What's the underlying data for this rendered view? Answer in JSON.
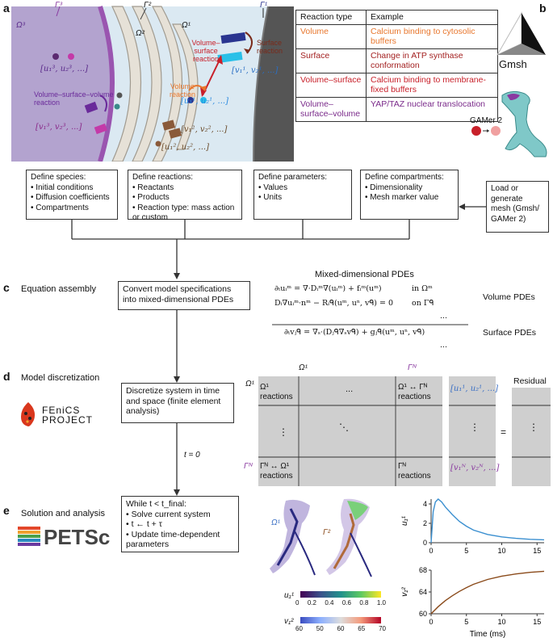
{
  "panel_a": {
    "letter": "a",
    "regions": {
      "omega3": "Ω³",
      "omega2": "Ω²",
      "omega1": "Ω¹",
      "gamma3_left": "Γ³",
      "gamma2": "Γ²",
      "gamma1": "Γ¹"
    },
    "labels": {
      "vol_surf_reaction": "Volume–surface reaction",
      "surface_reaction": "Surface reaction",
      "volume_reaction": "Volume reaction",
      "vsv_reaction": "Volume–surface–volume reaction",
      "u3_species": "[u₁³, u₂³, ...]",
      "v3_species": "[v₁³, v₂³, ...]",
      "v1_species": "[v₁¹, v₂¹, ...]",
      "u1_species": "[u₁¹, u₂¹, ...]",
      "v2_species": "[v₁², v₂², ...]",
      "u2_species": "[u₁², u₂², ...]"
    },
    "table": {
      "headers": [
        "Reaction type",
        "Example"
      ],
      "rows": [
        {
          "type": "Volume",
          "example": "Calcium binding to cytosolic buffers",
          "color": "#e8772e"
        },
        {
          "type": "Surface",
          "example": "Change in ATP synthase conformation",
          "color": "#a32020"
        },
        {
          "type": "Volume–surface",
          "example": "Calcium binding to membrane-fixed buffers",
          "color": "#c8202a"
        },
        {
          "type": "Volume–surface–volume",
          "example": "YAP/TAZ nuclear translocation",
          "color": "#7a2a8a"
        }
      ]
    },
    "boxes": {
      "species": {
        "title": "Define species:",
        "items": [
          "Initial conditions",
          "Diffusion coefficients",
          "Compartments"
        ]
      },
      "reactions": {
        "title": "Define reactions:",
        "items": [
          "Reactants",
          "Products",
          "Reaction type: mass action or custom"
        ]
      },
      "parameters": {
        "title": "Define parameters:",
        "items": [
          "Values",
          "Units"
        ]
      },
      "compartments": {
        "title": "Define compartments:",
        "items": [
          "Dimensionality",
          "Mesh marker value"
        ]
      },
      "mesh": "Load or generate mesh (Gmsh/ GAMer 2)"
    }
  },
  "panel_b": {
    "letter": "b",
    "gmsh_label": "Gmsh",
    "gamer_label": "GAMer 2"
  },
  "panel_c": {
    "letter": "c",
    "title": "Equation assembly",
    "box": "Convert model specifications into mixed-dimensional PDEs",
    "pde_title": "Mixed-dimensional PDEs",
    "eq1": "∂ₜuᵢᵐ = ∇·Dᵢᵐ∇(uᵢᵐ) + fᵢᵐ(uᵐ)",
    "eq1_domain": "in Ωᵐ",
    "eq2": "Dᵢ∇uᵢᵐ·nᵐ − Rᵢᑫ(uᵐ, uⁿ, vᑫ) = 0",
    "eq2_domain": "on Γᑫ",
    "eq3": "∂ₜvⱼᑫ = ∇ₛ·(Dⱼᑫ∇ₛvᑫ) + gⱼᑫ(uᵐ, uⁿ, vᑫ)",
    "ellipsis": "...",
    "volume_label": "Volume PDEs",
    "surface_label": "Surface PDEs"
  },
  "panel_d": {
    "letter": "d",
    "title": "Model discretization",
    "fenics": "FEniCS PROJECT",
    "box": "Discretize system in time and space (finite element analysis)",
    "t0": "t = 0",
    "col_omega1": "Ω¹",
    "col_gammaN": "Γᴺ",
    "residual": "Residual",
    "cell_tl": "Ω¹ reactions",
    "cell_tr": "Ω¹ ↔ Γᴺ reactions",
    "cell_bl": "Γᴺ ↔ Ω¹ reactions",
    "cell_br": "Γᴺ reactions",
    "row_omega": "Ω¹",
    "row_gamma": "Γᴺ",
    "vec_top": "[u₁¹, u₂¹, ...]",
    "vec_bot": "[v₁ᴺ, v₂ᴺ, ...]",
    "dots_h": "...",
    "dots_v": "⋮",
    "dots_d": "⋱",
    "equals": "="
  },
  "panel_e": {
    "letter": "e",
    "title": "Solution and analysis",
    "petsc": "PETSc",
    "box_title": "While t < t_final:",
    "box_items": [
      "Solve current system",
      "t ← t + τ",
      "Update time-dependent parameters"
    ],
    "omega_label": "Ω¹",
    "gamma_label": "Γ²",
    "cb1_label": "u₁¹",
    "cb1_ticks": [
      "0",
      "0.2",
      "0.4",
      "0.6",
      "0.8",
      "1.0"
    ],
    "cb2_label": "v₁²",
    "cb2_ticks": [
      "60",
      "50",
      "60",
      "65",
      "70"
    ]
  },
  "colors": {
    "u_blue": "#3a6fc4",
    "v_brown": "#8a4a1a",
    "purple": "#8a3aa0",
    "volume_orange": "#e8772e"
  },
  "chart_data": [
    {
      "type": "line",
      "ylabel": "u₁¹",
      "xlabel": "",
      "xlim": [
        0,
        16
      ],
      "ylim": [
        0,
        4.5
      ],
      "xticks": [
        0,
        5,
        10,
        15
      ],
      "yticks": [
        0,
        2,
        4
      ],
      "series": [
        {
          "color": "#3a8fd0",
          "x": [
            0,
            0.3,
            0.6,
            1,
            1.5,
            2,
            3,
            4,
            5,
            6,
            8,
            10,
            12,
            14,
            16
          ],
          "y": [
            0,
            3.2,
            4.2,
            4.5,
            4.2,
            3.7,
            2.9,
            2.2,
            1.7,
            1.3,
            0.85,
            0.6,
            0.45,
            0.35,
            0.3
          ]
        }
      ]
    },
    {
      "type": "line",
      "ylabel": "v₁²",
      "xlabel": "Time (ms)",
      "xlim": [
        0,
        16
      ],
      "ylim": [
        60,
        68
      ],
      "xticks": [
        0,
        5,
        10,
        15
      ],
      "yticks": [
        60,
        64,
        68
      ],
      "series": [
        {
          "color": "#8a4a1a",
          "x": [
            0,
            1,
            2,
            3,
            4,
            5,
            6,
            8,
            10,
            12,
            14,
            16
          ],
          "y": [
            60,
            61.3,
            62.4,
            63.3,
            64.1,
            64.8,
            65.4,
            66.3,
            66.9,
            67.3,
            67.6,
            67.8
          ]
        }
      ]
    }
  ]
}
